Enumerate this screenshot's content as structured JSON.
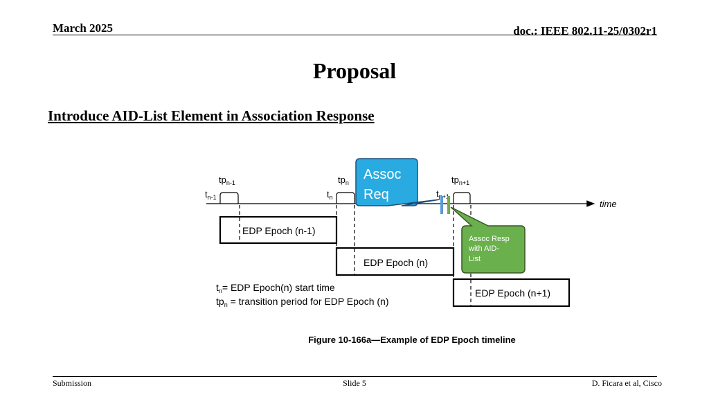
{
  "header": {
    "date": "March 2025",
    "doc": "doc.: IEEE 802.11-25/0302r1"
  },
  "title": "Proposal",
  "subtitle": "Introduce AID-List Element in Association Response",
  "figure": {
    "labels": {
      "tp_n_minus_1": {
        "base": "tp",
        "sub": "n-1"
      },
      "t_n_minus_1": {
        "base": "t",
        "sub": "n-1"
      },
      "tp_n": {
        "base": "tp",
        "sub": "n"
      },
      "t_n": {
        "base": "t",
        "sub": "n"
      },
      "tp_n_plus_1": {
        "base": "tp",
        "sub": "n+1"
      },
      "t_n_plus_1": {
        "base": "t",
        "sub": "n+1"
      },
      "time": "time"
    },
    "epochs": [
      {
        "label": "EDP Epoch (n-1)"
      },
      {
        "label": "EDP Epoch (n)"
      },
      {
        "label": "EDP Epoch (n+1)"
      }
    ],
    "legend": {
      "line1_base": "t",
      "line1_sub": "n",
      "line1_text": "= EDP Epoch(n) start time",
      "line2_base": "tp",
      "line2_sub": "n",
      "line2_text": " = transition period for EDP Epoch (n)"
    },
    "caption": "Figure 10-166a—Example of EDP Epoch timeline",
    "callout_req": {
      "line1": "Assoc",
      "line2": "Req"
    },
    "callout_resp": {
      "line1": "Assoc Resp",
      "line2": "with AID-",
      "line3": "List"
    },
    "colors": {
      "req_fill": "#29abe2",
      "resp_fill": "#6ab04c",
      "req_bar": "#5b9bd5",
      "resp_bar": "#70ad47"
    }
  },
  "footer": {
    "left": "Submission",
    "center": "Slide 5",
    "right": "D. Ficara et al, Cisco"
  }
}
